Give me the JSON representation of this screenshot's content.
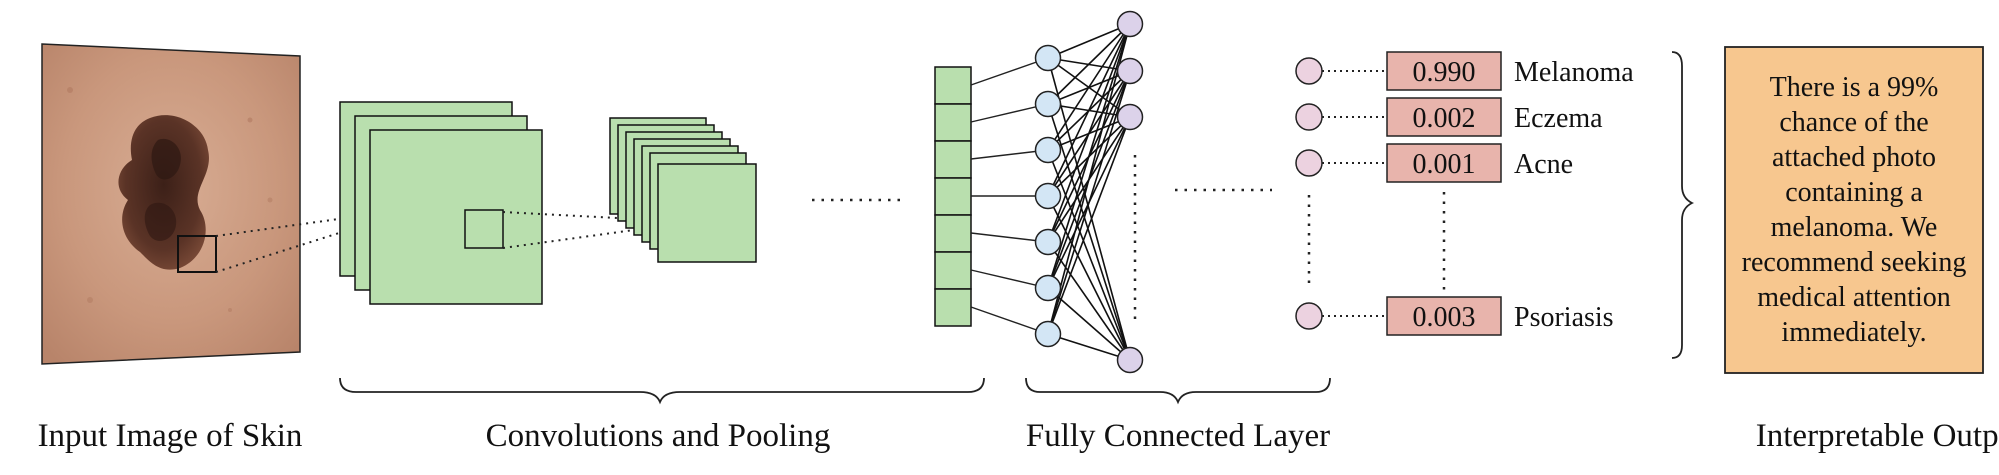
{
  "captions": {
    "input": "Input Image of Skin",
    "conv": "Convolutions and Pooling",
    "fc": "Fully Connected Layer",
    "output": "Interpretable Output"
  },
  "predictions": [
    {
      "value": "0.990",
      "label": "Melanoma"
    },
    {
      "value": "0.002",
      "label": "Eczema"
    },
    {
      "value": "0.001",
      "label": "Acne"
    },
    {
      "value": "0.003",
      "label": "Psoriasis"
    }
  ],
  "output_text": "There is a 99% chance of the attached photo containing a melanoma. We recommend seeking medical attention immediately.",
  "colors": {
    "feature_map": "#b9dfae",
    "input_neuron": "#d3e6f5",
    "hidden_neuron": "#dcd2ea",
    "output_neuron": "#ecd2e0",
    "prob_box": "#e8b4ac",
    "output_box": "#f7c78f",
    "skin": "#cf9f86",
    "lesion": "#5a3326"
  }
}
